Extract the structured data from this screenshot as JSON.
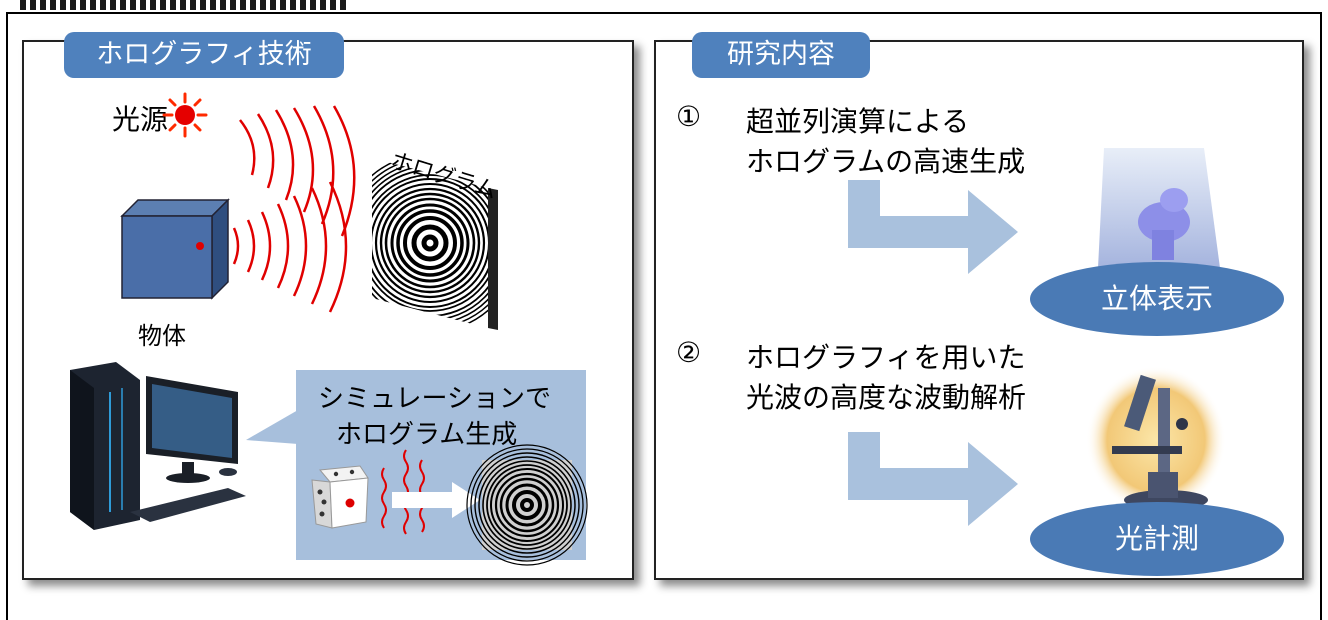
{
  "left_panel": {
    "title": "ホログラフィ技術",
    "light_source_label": "光源",
    "object_label": "物体",
    "hologram_label": "ホログラム",
    "simulation_text_line1": "シミュレーションで",
    "simulation_text_line2": "ホログラム生成"
  },
  "right_panel": {
    "title": "研究内容",
    "item1_number": "①",
    "item1_line1": "超並列演算による",
    "item1_line2": "ホログラムの高速生成",
    "item1_result": "立体表示",
    "item2_number": "②",
    "item2_line1": "ホログラフィを用いた",
    "item2_line2": "光波の高度な波動解析",
    "item2_result": "光計測"
  },
  "colors": {
    "tab_blue": "#4f81bd",
    "oval_blue": "#4a7ab5",
    "arrow_blue": "#a9c1dd",
    "wave_red": "#e00000",
    "sim_box": "#a7bfdc"
  }
}
